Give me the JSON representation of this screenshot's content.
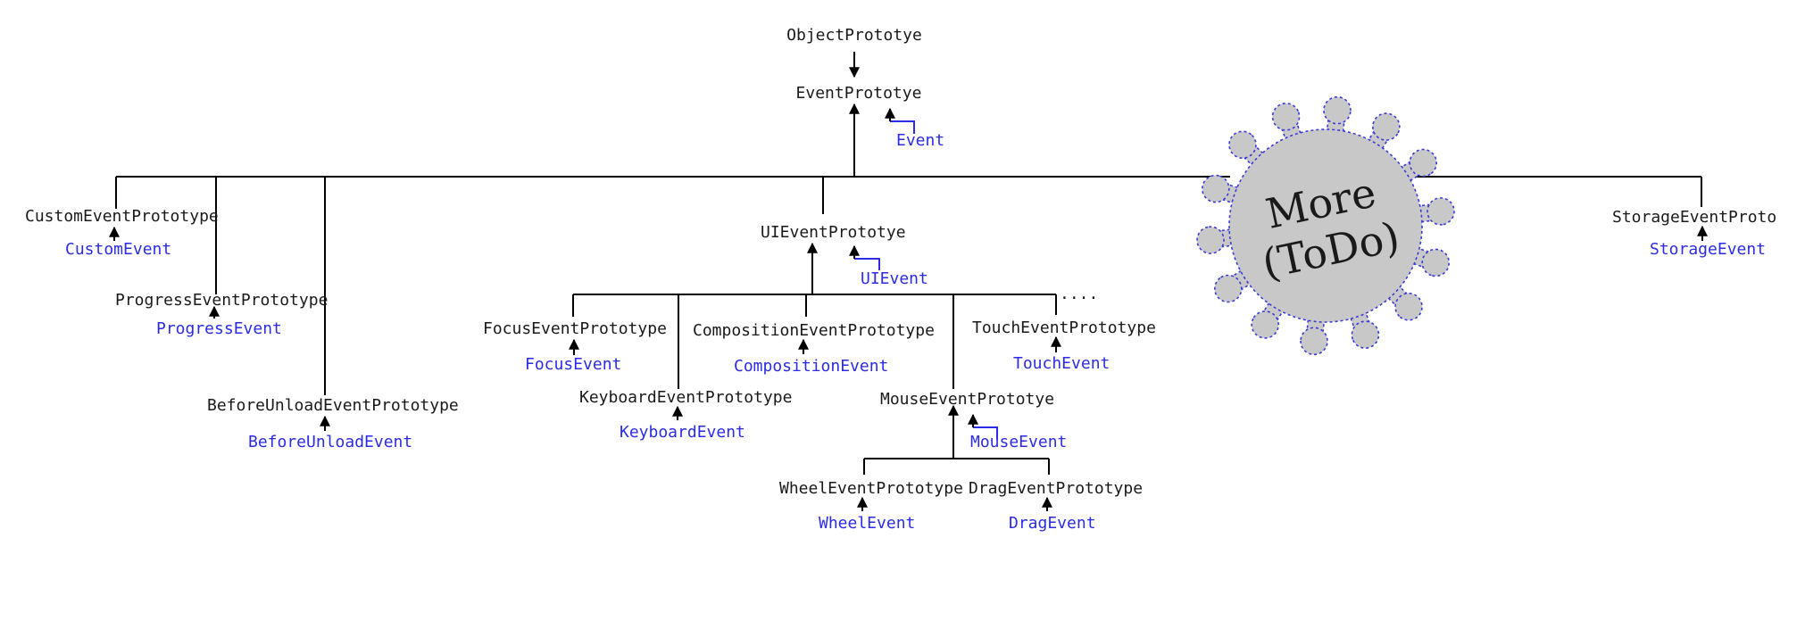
{
  "prototypes": {
    "object": "ObjectPrototye",
    "event": "EventPrototye",
    "custom": "CustomEventPrototype",
    "progress": "ProgressEventPrototype",
    "before_unload": "BeforeUnloadEventPrototype",
    "ui": "UIEventPrototye",
    "focus": "FocusEventPrototype",
    "composition": "CompositionEventPrototype",
    "touch": "TouchEventPrototype",
    "keyboard": "KeyboardEventPrototype",
    "mouse": "MouseEventPrototye",
    "wheel": "WheelEventPrototype",
    "drag": "DragEventPrototype",
    "storage": "StorageEventProto"
  },
  "constructors": {
    "event": "Event",
    "custom": "CustomEvent",
    "progress": "ProgressEvent",
    "before_unload": "BeforeUnloadEvent",
    "ui": "UIEvent",
    "focus": "FocusEvent",
    "composition": "CompositionEvent",
    "touch": "TouchEvent",
    "keyboard": "KeyboardEvent",
    "mouse": "MouseEvent",
    "wheel": "WheelEvent",
    "drag": "DragEvent",
    "storage": "StorageEvent"
  },
  "ellipsis": "....",
  "virus": {
    "line1": "More",
    "line2": "(ToDo)",
    "fill_color": "#c8c8c8",
    "outline_color": "#3b3bd6"
  },
  "colors": {
    "prototype_text": "#1a1a1a",
    "constructor_text": "#2b2be8",
    "lines": "#000000"
  }
}
